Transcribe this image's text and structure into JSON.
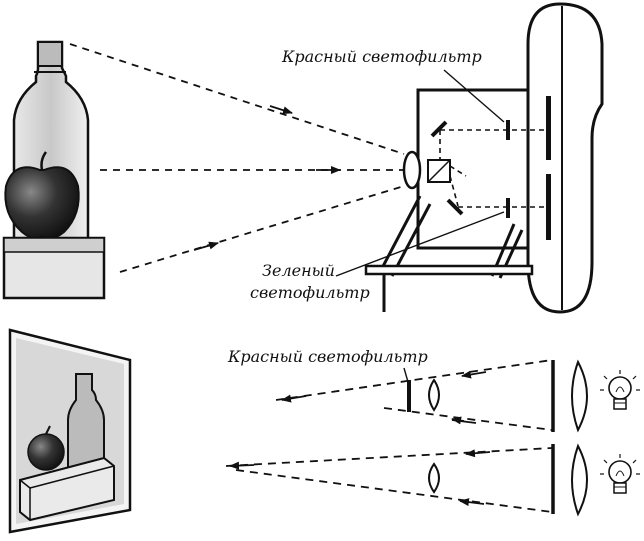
{
  "labels": {
    "top_red_filter": "Красный светофильтр",
    "green_filter_line1": "Зеленый",
    "green_filter_line2": "светофильтр",
    "bottom_red_filter": "Красный светофильтр"
  }
}
